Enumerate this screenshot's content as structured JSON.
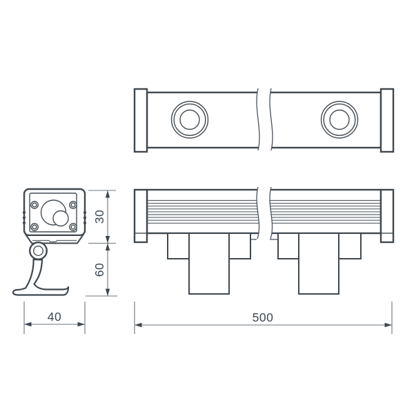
{
  "drawing": {
    "type": "technical-dimension-drawing",
    "views": {
      "front_view": "linear fixture front: two round lenses, end caps, break line",
      "side_elevation_view": "finned body with two stepped mounting brackets, break line",
      "side_profile_view": "square head with lens, 4 screws, pivot knob and curved foot bracket"
    },
    "dimensions": {
      "length": "500",
      "width": "40",
      "body_height": "30",
      "bracket_height": "60"
    },
    "colors": {
      "line": "#3f474e",
      "fin_line": "#596168",
      "dimension_line": "#6b747d",
      "text": "#3b4551",
      "background": "#ffffff"
    }
  }
}
